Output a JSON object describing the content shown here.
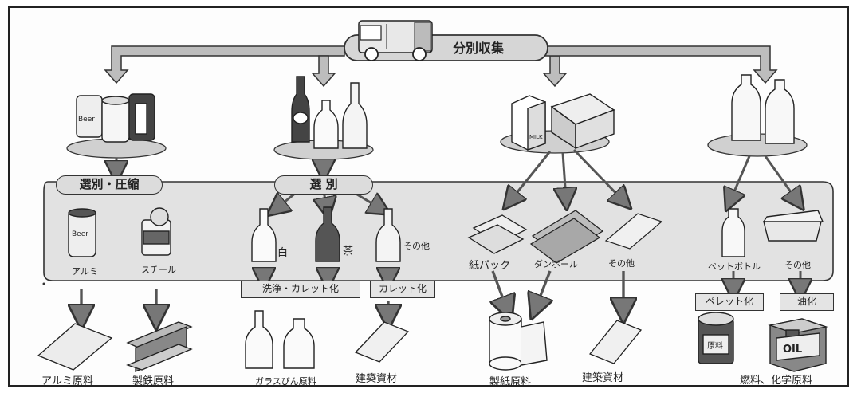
{
  "collection": {
    "label": "分別収集"
  },
  "sort_labels": {
    "cans": "選別・圧縮",
    "bottles": "選 別"
  },
  "items": {
    "aluminum": "アルミ",
    "steel": "スチール",
    "white": "白",
    "brown": "茶",
    "other_glass": "その他",
    "paper_pack": "紙パック",
    "cardboard": "ダンボール",
    "other_paper": "その他",
    "pet_bottle": "ペットボトル",
    "other_plastic": "その他"
  },
  "processes": {
    "wash_cullet": "洗浄・カレット化",
    "cullet": "カレット化",
    "pellet": "ペレット化",
    "oil": "油化"
  },
  "outputs": {
    "aluminum_raw": "アルミ原料",
    "steel_raw": "製鉄原料",
    "glass_raw": "ガラスびん原料",
    "building_1": "建築資材",
    "paper_raw": "製紙原料",
    "building_2": "建築資材",
    "fuel_chem": "燃料、化学原料"
  },
  "labels_in_art": {
    "beer": "Beer",
    "milk": "MILK",
    "oil": "OIL",
    "raw": "原料"
  }
}
